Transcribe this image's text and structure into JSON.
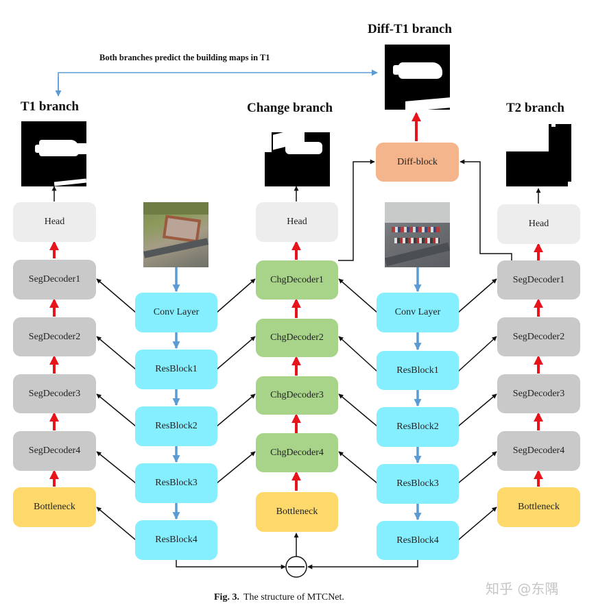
{
  "titles": {
    "t1": "T1 branch",
    "change": "Change branch",
    "diff": "Diff-T1 branch",
    "t2": "T2 branch"
  },
  "top_note": "Both branches predict the building maps in T1",
  "t1_branch": {
    "head": "Head",
    "decoders": [
      "SegDecoder1",
      "SegDecoder2",
      "SegDecoder3",
      "SegDecoder4"
    ],
    "bottleneck": "Bottleneck"
  },
  "encoder_t1": {
    "conv": "Conv Layer",
    "blocks": [
      "ResBlock1",
      "ResBlock2",
      "ResBlock3",
      "ResBlock4"
    ]
  },
  "change_branch": {
    "head": "Head",
    "decoders": [
      "ChgDecoder1",
      "ChgDecoder2",
      "ChgDecoder3",
      "ChgDecoder4"
    ],
    "bottleneck": "Bottleneck"
  },
  "encoder_t2": {
    "conv": "Conv Layer",
    "blocks": [
      "ResBlock1",
      "ResBlock2",
      "ResBlock3",
      "ResBlock4"
    ]
  },
  "t2_branch": {
    "head": "Head",
    "decoders": [
      "SegDecoder1",
      "SegDecoder2",
      "SegDecoder3",
      "SegDecoder4"
    ],
    "bottleneck": "Bottleneck"
  },
  "diff_block": "Diff-block",
  "caption": {
    "label": "Fig. 3.",
    "text": "The structure of MTCNet."
  },
  "watermark": "知乎 @东隅",
  "colors": {
    "arrow_red": "#e8141b",
    "arrow_blue": "#5b9bd5",
    "line_black": "#111111",
    "seg_decoder": "#c9c9c9",
    "head": "#ededed",
    "bottleneck": "#fdd86a",
    "encoder": "#85eeff",
    "chg_decoder": "#a8d48a",
    "diff_block": "#f4b58c"
  }
}
